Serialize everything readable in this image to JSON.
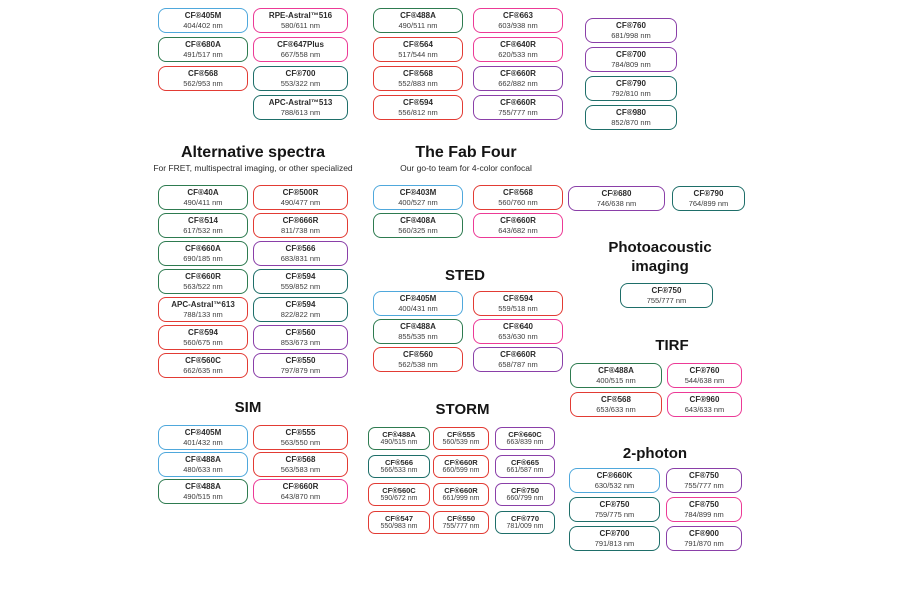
{
  "palette": {
    "blue": "#4fa8dc",
    "green": "#2e7b50",
    "teal": "#1e6e69",
    "red": "#e23b34",
    "pink": "#ec3a96",
    "purple": "#8a3fa8"
  },
  "sections": {
    "alternative_spectra": {
      "title": "Alternative spectra",
      "subtitle": "For FRET, multispectral imaging, or other specialized"
    },
    "fab_four": {
      "title": "The Fab Four",
      "subtitle": "Our go-to team for 4-color confocal"
    },
    "sted": {
      "title": "STED"
    },
    "photoacoustic": {
      "title": "Photoacoustic imaging"
    },
    "tirf": {
      "title": "TIRF"
    },
    "sim": {
      "title": "SIM"
    },
    "storm": {
      "title": "STORM"
    },
    "two_photon": {
      "title": "2-photon"
    }
  },
  "groups": {
    "top_col1": {
      "boxes": [
        {
          "name": "CF®405M",
          "value": "404/402 nm",
          "color": "blue"
        },
        {
          "name": "CF®680A",
          "value": "491/517 nm",
          "color": "green"
        },
        {
          "name": "CF®568",
          "value": "562/953 nm",
          "color": "red"
        }
      ]
    },
    "top_col2": {
      "boxes": [
        {
          "name": "RPE-Astral™516",
          "value": "580/611 nm",
          "color": "pink"
        },
        {
          "name": "CF®647Plus",
          "value": "667/558 nm",
          "color": "pink"
        },
        {
          "name": "CF®700",
          "value": "553/322 nm",
          "color": "teal"
        },
        {
          "name": "APC-Astral™513",
          "value": "788/613 nm",
          "color": "teal"
        }
      ]
    },
    "top_col3": {
      "boxes": [
        {
          "name": "CF®488A",
          "value": "490/511 nm",
          "color": "green"
        },
        {
          "name": "CF®564",
          "value": "517/544 nm",
          "color": "red"
        },
        {
          "name": "CF®568",
          "value": "552/883 nm",
          "color": "red"
        },
        {
          "name": "CF®594",
          "value": "556/812 nm",
          "color": "red"
        }
      ]
    },
    "top_col4": {
      "boxes": [
        {
          "name": "CF®663",
          "value": "603/938 nm",
          "color": "pink"
        },
        {
          "name": "CF®640R",
          "value": "620/533 nm",
          "color": "pink"
        },
        {
          "name": "CF®660R",
          "value": "662/882 nm",
          "color": "purple"
        },
        {
          "name": "CF®660R",
          "value": "755/777 nm",
          "color": "purple"
        }
      ]
    },
    "top_col5": {
      "boxes": [
        {
          "name": "CF®760",
          "value": "681/998 nm",
          "color": "purple"
        },
        {
          "name": "CF®700",
          "value": "784/809 nm",
          "color": "purple"
        },
        {
          "name": "CF®790",
          "value": "792/810 nm",
          "color": "teal"
        },
        {
          "name": "CF®980",
          "value": "852/870 nm",
          "color": "teal"
        }
      ]
    },
    "alt_col1": {
      "boxes": [
        {
          "name": "CF®40A",
          "value": "490/411 nm",
          "color": "green"
        },
        {
          "name": "CF®514",
          "value": "617/532 nm",
          "color": "green"
        },
        {
          "name": "CF®660A",
          "value": "690/185 nm",
          "color": "green"
        },
        {
          "name": "CF®660R",
          "value": "563/522 nm",
          "color": "green"
        },
        {
          "name": "APC-Astral™613",
          "value": "788/133 nm",
          "color": "red"
        },
        {
          "name": "CF®594",
          "value": "560/675 nm",
          "color": "red"
        },
        {
          "name": "CF®560C",
          "value": "662/635 nm",
          "color": "red"
        }
      ]
    },
    "alt_col2": {
      "boxes": [
        {
          "name": "CF®500R",
          "value": "490/477 nm",
          "color": "red"
        },
        {
          "name": "CF®666R",
          "value": "811/738 nm",
          "color": "red"
        },
        {
          "name": "CF®566",
          "value": "683/831 nm",
          "color": "purple"
        },
        {
          "name": "CF®594",
          "value": "559/852 nm",
          "color": "teal"
        },
        {
          "name": "CF®594",
          "value": "822/822 nm",
          "color": "teal"
        },
        {
          "name": "CF®560",
          "value": "853/673 nm",
          "color": "purple"
        },
        {
          "name": "CF®550",
          "value": "797/879 nm",
          "color": "purple"
        }
      ]
    },
    "fab_col1": {
      "boxes": [
        {
          "name": "CF®403M",
          "value": "400/527 nm",
          "color": "blue"
        },
        {
          "name": "CF®408A",
          "value": "560/325 nm",
          "color": "green"
        }
      ]
    },
    "fab_col2": {
      "boxes": [
        {
          "name": "CF®568",
          "value": "560/760 nm",
          "color": "red"
        },
        {
          "name": "CF®660R",
          "value": "643/682 nm",
          "color": "pink"
        }
      ]
    },
    "sted_col1": {
      "boxes": [
        {
          "name": "CF®405M",
          "value": "400/431 nm",
          "color": "blue"
        },
        {
          "name": "CF®488A",
          "value": "855/535 nm",
          "color": "green"
        },
        {
          "name": "CF®560",
          "value": "562/538 nm",
          "color": "red"
        }
      ]
    },
    "sted_col2": {
      "boxes": [
        {
          "name": "CF®594",
          "value": "559/518 nm",
          "color": "red"
        },
        {
          "name": "CF®640",
          "value": "653/630 nm",
          "color": "pink"
        },
        {
          "name": "CF®660R",
          "value": "658/787 nm",
          "color": "purple"
        }
      ]
    },
    "right_pair1": {
      "boxes": [
        {
          "name": "CF®680",
          "value": "746/638 nm",
          "color": "purple"
        }
      ]
    },
    "right_pair2": {
      "boxes": [
        {
          "name": "CF®790",
          "value": "764/899 nm",
          "color": "teal"
        }
      ]
    },
    "photoacoustic_col": {
      "boxes": [
        {
          "name": "CF®750",
          "value": "755/777 nm",
          "color": "teal"
        }
      ]
    },
    "tirf_col1": {
      "boxes": [
        {
          "name": "CF®488A",
          "value": "400/515 nm",
          "color": "green"
        },
        {
          "name": "CF®568",
          "value": "653/633 nm",
          "color": "red"
        }
      ]
    },
    "tirf_col2": {
      "boxes": [
        {
          "name": "CF®760",
          "value": "544/638 nm",
          "color": "pink"
        },
        {
          "name": "CF®960",
          "value": "643/633 nm",
          "color": "pink"
        }
      ]
    },
    "sim_col1": {
      "boxes": [
        {
          "name": "CF®405M",
          "value": "401/432 nm",
          "color": "blue"
        },
        {
          "name": "CF®488A",
          "value": "480/633 nm",
          "color": "blue"
        },
        {
          "name": "CF®488A",
          "value": "490/515 nm",
          "color": "green"
        }
      ]
    },
    "sim_col2": {
      "boxes": [
        {
          "name": "CF®555",
          "value": "563/550 nm",
          "color": "red"
        },
        {
          "name": "CF®568",
          "value": "563/583 nm",
          "color": "red"
        },
        {
          "name": "CF®660R",
          "value": "643/870 nm",
          "color": "pink"
        }
      ]
    },
    "storm_col1": {
      "boxes": [
        {
          "name": "CF®488A",
          "value": "490/515 nm",
          "color": "green"
        },
        {
          "name": "CF®566",
          "value": "566/533 nm",
          "color": "teal"
        },
        {
          "name": "CF®560C",
          "value": "590/672 nm",
          "color": "red"
        },
        {
          "name": "CF®547",
          "value": "550/983 nm",
          "color": "red"
        }
      ]
    },
    "storm_col2": {
      "boxes": [
        {
          "name": "CF®555",
          "value": "560/539 nm",
          "color": "red"
        },
        {
          "name": "CF®660R",
          "value": "660/599 nm",
          "color": "red"
        },
        {
          "name": "CF®660R",
          "value": "661/999 nm",
          "color": "red"
        },
        {
          "name": "CF®550",
          "value": "755/777 nm",
          "color": "red"
        }
      ]
    },
    "storm_col3": {
      "boxes": [
        {
          "name": "CF®660C",
          "value": "663/839 nm",
          "color": "purple"
        },
        {
          "name": "CF®665",
          "value": "661/587 nm",
          "color": "purple"
        },
        {
          "name": "CF®750",
          "value": "660/799 nm",
          "color": "purple"
        },
        {
          "name": "CF®770",
          "value": "781/009 nm",
          "color": "teal"
        }
      ]
    },
    "two_photon_col1": {
      "boxes": [
        {
          "name": "CF®660K",
          "value": "630/532 nm",
          "color": "blue"
        },
        {
          "name": "CF®750",
          "value": "759/775 nm",
          "color": "teal"
        },
        {
          "name": "CF®700",
          "value": "791/813 nm",
          "color": "teal"
        }
      ]
    },
    "two_photon_col2": {
      "boxes": [
        {
          "name": "CF®750",
          "value": "755/777 nm",
          "color": "purple"
        },
        {
          "name": "CF®750",
          "value": "784/899 nm",
          "color": "pink"
        },
        {
          "name": "CF®900",
          "value": "791/870 nm",
          "color": "purple"
        }
      ]
    }
  }
}
